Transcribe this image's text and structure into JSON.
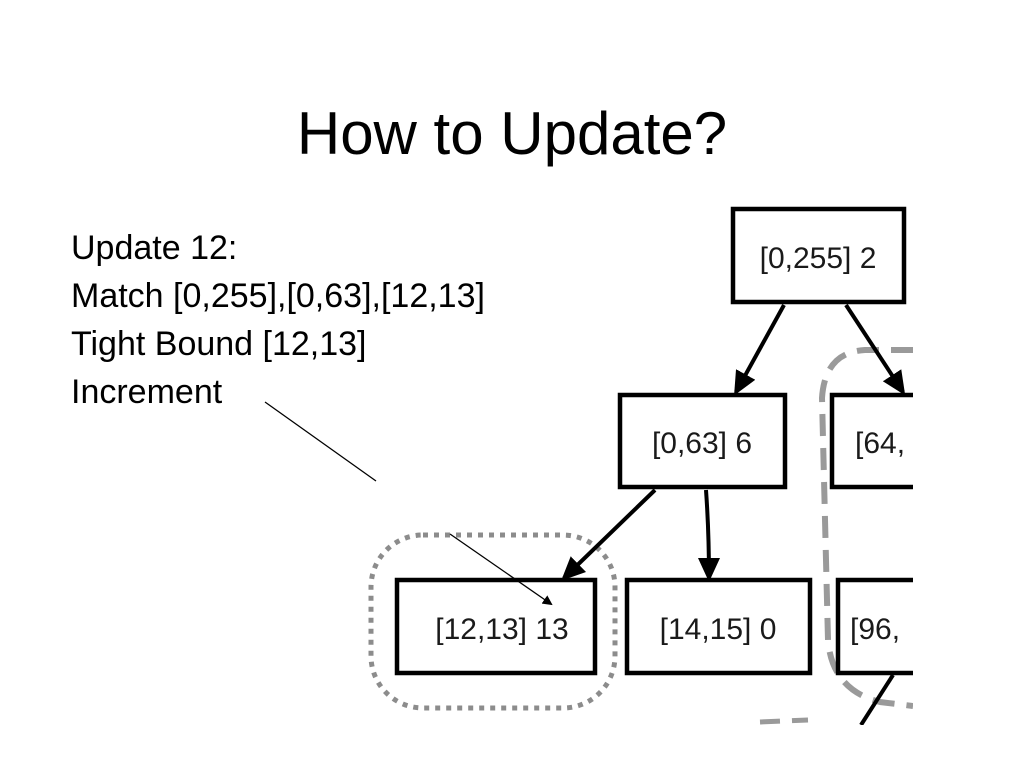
{
  "slide": {
    "title": "How to Update?"
  },
  "notes": {
    "lines": [
      "Update 12:",
      "Match [0,255],[0,63],[12,13]",
      "Tight Bound [12,13]",
      "Increment"
    ]
  },
  "tree": {
    "nodes": {
      "root": "[0,255] 2",
      "node_0_63": "[0,63] 6",
      "node_64": "[64,",
      "node_12_13": "[12,13] 13",
      "node_14_15": "[14,15] 0",
      "node_96": "[96,"
    }
  },
  "colors": {
    "node_border": "#000000",
    "dotted_outline": "#8c8c8c",
    "dashed_outline": "#9a9a9a"
  }
}
